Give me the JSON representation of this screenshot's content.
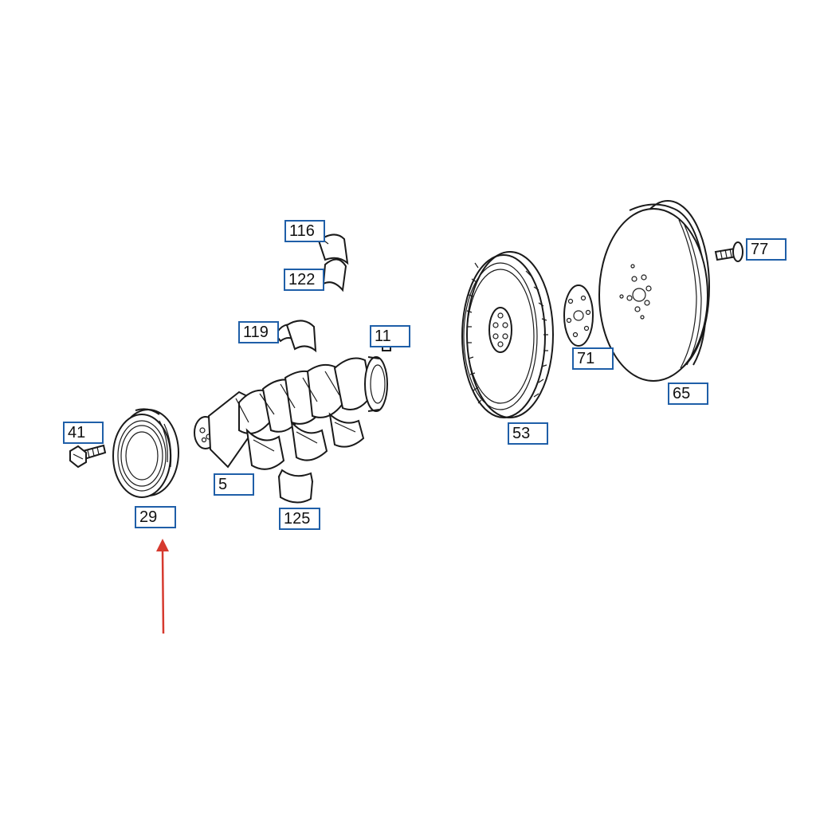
{
  "diagram": {
    "labels": [
      {
        "id": "116",
        "text": "116"
      },
      {
        "id": "122",
        "text": "122"
      },
      {
        "id": "119",
        "text": "119"
      },
      {
        "id": "11",
        "text": "11"
      },
      {
        "id": "41",
        "text": "41"
      },
      {
        "id": "29",
        "text": "29"
      },
      {
        "id": "5",
        "text": "5"
      },
      {
        "id": "125",
        "text": "125"
      },
      {
        "id": "53",
        "text": "53"
      },
      {
        "id": "71",
        "text": "71"
      },
      {
        "id": "65",
        "text": "65"
      },
      {
        "id": "77",
        "text": "77"
      }
    ],
    "colors": {
      "label_border": "#1f5fa8",
      "line": "#1a1a1a",
      "arrow": "#d63a2f",
      "background": "#ffffff"
    },
    "highlighted_part": "29"
  }
}
